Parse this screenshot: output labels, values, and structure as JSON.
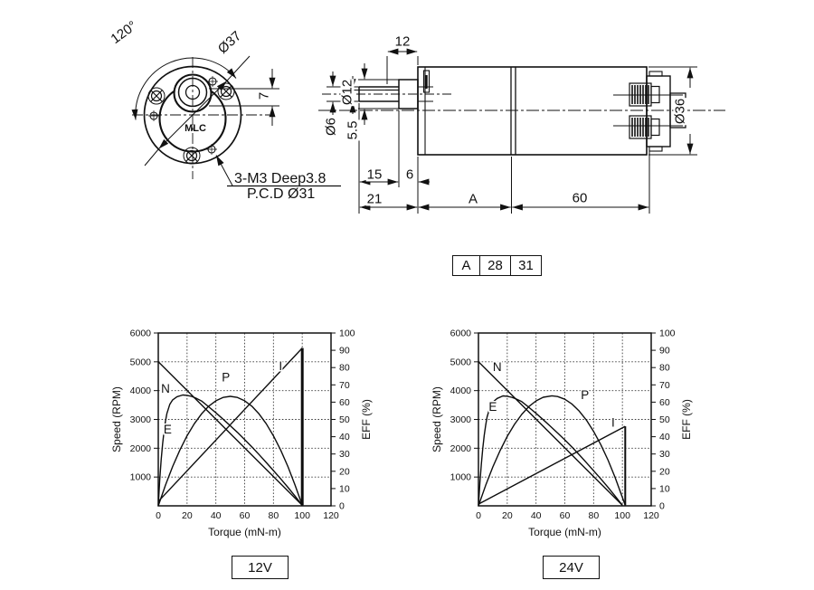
{
  "front_view": {
    "angle": "120°",
    "outer_diameter": "Ø37",
    "shaft_offset": "7",
    "mounting_note_line1": "3-M3 Deep3.8",
    "mounting_note_line2": "P.C.D Ø31",
    "logo": "MLC"
  },
  "side_view": {
    "flat_length": "12",
    "boss_diameter": "Ø12",
    "shaft_diameter": "Ø6",
    "flat_width": "5.5",
    "shaft_exposed": "15",
    "boss_length": "6",
    "front_section": "21",
    "gearbox_length": "A",
    "motor_length": "60",
    "body_diameter": "Ø36"
  },
  "dimension_table": {
    "cells": [
      "A",
      "28",
      "31"
    ]
  },
  "chart_data": [
    {
      "type": "line",
      "title": "12V",
      "xlabel": "Torque (mN-m)",
      "ylabel_left": "Speed (RPM)",
      "ylabel_right": "EFF (%)",
      "xlim": [
        0,
        120
      ],
      "x_tick_step": 20,
      "ylim_left": [
        0,
        6000
      ],
      "left_tick_step": 1000,
      "ylim_right": [
        0,
        100
      ],
      "right_tick_step": 10,
      "grid": "dotted",
      "series": [
        {
          "name": "N",
          "w": 1.4,
          "points": [
            [
              0,
              5000
            ],
            [
              100,
              20
            ]
          ]
        },
        {
          "name": "I",
          "w": 1.4,
          "points": [
            [
              0,
              150
            ],
            [
              100,
              5480
            ]
          ]
        },
        {
          "name": "I-stall",
          "w": 3,
          "points": [
            [
              100,
              5480
            ],
            [
              100,
              20
            ]
          ]
        },
        {
          "name": "P",
          "w": 1.4,
          "points": [
            [
              0,
              0
            ],
            [
              5,
              722
            ],
            [
              10,
              1368
            ],
            [
              15,
              1938
            ],
            [
              20,
              2432
            ],
            [
              25,
              2850
            ],
            [
              30,
              3192
            ],
            [
              35,
              3458
            ],
            [
              40,
              3648
            ],
            [
              45,
              3762
            ],
            [
              50,
              3800
            ],
            [
              55,
              3762
            ],
            [
              60,
              3648
            ],
            [
              65,
              3458
            ],
            [
              70,
              3192
            ],
            [
              75,
              2850
            ],
            [
              80,
              2432
            ],
            [
              85,
              1938
            ],
            [
              90,
              1368
            ],
            [
              95,
              722
            ],
            [
              100,
              20
            ]
          ]
        },
        {
          "name": "E",
          "w": 1.4,
          "points": [
            [
              0,
              0
            ],
            [
              1,
              900
            ],
            [
              2,
              1600
            ],
            [
              3,
              2150
            ],
            [
              4,
              2600
            ],
            [
              5,
              2950
            ],
            [
              6,
              3200
            ],
            [
              8,
              3520
            ],
            [
              10,
              3680
            ],
            [
              13,
              3790
            ],
            [
              17,
              3848
            ],
            [
              20,
              3835
            ],
            [
              23,
              3800
            ],
            [
              26,
              3740
            ],
            [
              30,
              3640
            ],
            [
              35,
              3440
            ],
            [
              40,
              3230
            ],
            [
              45,
              3010
            ],
            [
              50,
              2780
            ],
            [
              55,
              2550
            ],
            [
              60,
              2300
            ],
            [
              65,
              2045
            ],
            [
              70,
              1780
            ],
            [
              75,
              1505
            ],
            [
              80,
              1225
            ],
            [
              85,
              940
            ],
            [
              90,
              645
            ],
            [
              95,
              340
            ],
            [
              100,
              20
            ]
          ]
        }
      ],
      "curve_labels": [
        {
          "text": "N",
          "x": 5,
          "y": 4060
        },
        {
          "text": "E",
          "x": 6.5,
          "y": 2640
        },
        {
          "text": "P",
          "x": 47,
          "y": 4440
        },
        {
          "text": "I",
          "x": 85,
          "y": 4830
        }
      ]
    },
    {
      "type": "line",
      "title": "24V",
      "xlabel": "Torque (mN-m)",
      "ylabel_left": "Speed (RPM)",
      "ylabel_right": "EFF (%)",
      "xlim": [
        0,
        120
      ],
      "x_tick_step": 20,
      "ylim_left": [
        0,
        6000
      ],
      "left_tick_step": 1000,
      "ylim_right": [
        0,
        100
      ],
      "right_tick_step": 10,
      "grid": "dotted",
      "series": [
        {
          "name": "N",
          "w": 1.4,
          "points": [
            [
              0,
              5000
            ],
            [
              100,
              20
            ]
          ]
        },
        {
          "name": "I",
          "w": 1.4,
          "points": [
            [
              0,
              60
            ],
            [
              102,
              2760
            ]
          ]
        },
        {
          "name": "I-stall",
          "w": 2,
          "points": [
            [
              102,
              2760
            ],
            [
              102,
              20
            ]
          ]
        },
        {
          "name": "P",
          "w": 1.4,
          "points": [
            [
              0,
              0
            ],
            [
              5,
              712
            ],
            [
              10,
              1351
            ],
            [
              15,
              1917
            ],
            [
              20,
              2409
            ],
            [
              25,
              2827
            ],
            [
              30,
              3173
            ],
            [
              35,
              3445
            ],
            [
              40,
              3643
            ],
            [
              45,
              3769
            ],
            [
              51,
              3820
            ],
            [
              55,
              3796
            ],
            [
              60,
              3702
            ],
            [
              65,
              3531
            ],
            [
              70,
              3290
            ],
            [
              75,
              2976
            ],
            [
              80,
              2585
            ],
            [
              85,
              2122
            ],
            [
              90,
              1586
            ],
            [
              95,
              977
            ],
            [
              102,
              20
            ]
          ]
        },
        {
          "name": "E",
          "w": 1.4,
          "points": [
            [
              0,
              0
            ],
            [
              1,
              800
            ],
            [
              2,
              1450
            ],
            [
              3,
              2000
            ],
            [
              4,
              2450
            ],
            [
              5,
              2800
            ],
            [
              6,
              3080
            ],
            [
              8,
              3420
            ],
            [
              10,
              3600
            ],
            [
              13,
              3730
            ],
            [
              17,
              3818
            ],
            [
              20,
              3805
            ],
            [
              23,
              3770
            ],
            [
              26,
              3715
            ],
            [
              30,
              3620
            ],
            [
              35,
              3420
            ],
            [
              40,
              3210
            ],
            [
              45,
              2990
            ],
            [
              50,
              2760
            ],
            [
              55,
              2530
            ],
            [
              60,
              2290
            ],
            [
              65,
              2040
            ],
            [
              70,
              1775
            ],
            [
              75,
              1500
            ],
            [
              80,
              1220
            ],
            [
              85,
              935
            ],
            [
              90,
              640
            ],
            [
              95,
              335
            ],
            [
              100,
              20
            ]
          ]
        }
      ],
      "curve_labels": [
        {
          "text": "N",
          "x": 13,
          "y": 4810
        },
        {
          "text": "E",
          "x": 10,
          "y": 3430
        },
        {
          "text": "P",
          "x": 74,
          "y": 3840
        },
        {
          "text": "I",
          "x": 93.5,
          "y": 2880
        }
      ]
    }
  ]
}
